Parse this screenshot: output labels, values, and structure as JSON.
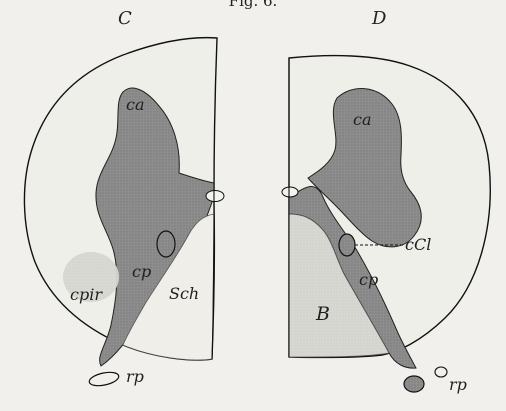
{
  "figure": {
    "title": "Fig. 6."
  },
  "left_section": {
    "letter": "C",
    "labels": {
      "ca": "ca",
      "cp": "cp",
      "cpir": "cpir",
      "sch": "Sch",
      "rp": "rp"
    }
  },
  "right_section": {
    "letter": "D",
    "labels": {
      "ca": "ca",
      "ccl": "cCl",
      "cp": "cp",
      "b": "B",
      "rp": "rp"
    }
  },
  "colors": {
    "background": "#f1f0ec",
    "outline": "#111111",
    "grey_matter": "#8a8a8a",
    "light_region": "#e5e4df"
  }
}
